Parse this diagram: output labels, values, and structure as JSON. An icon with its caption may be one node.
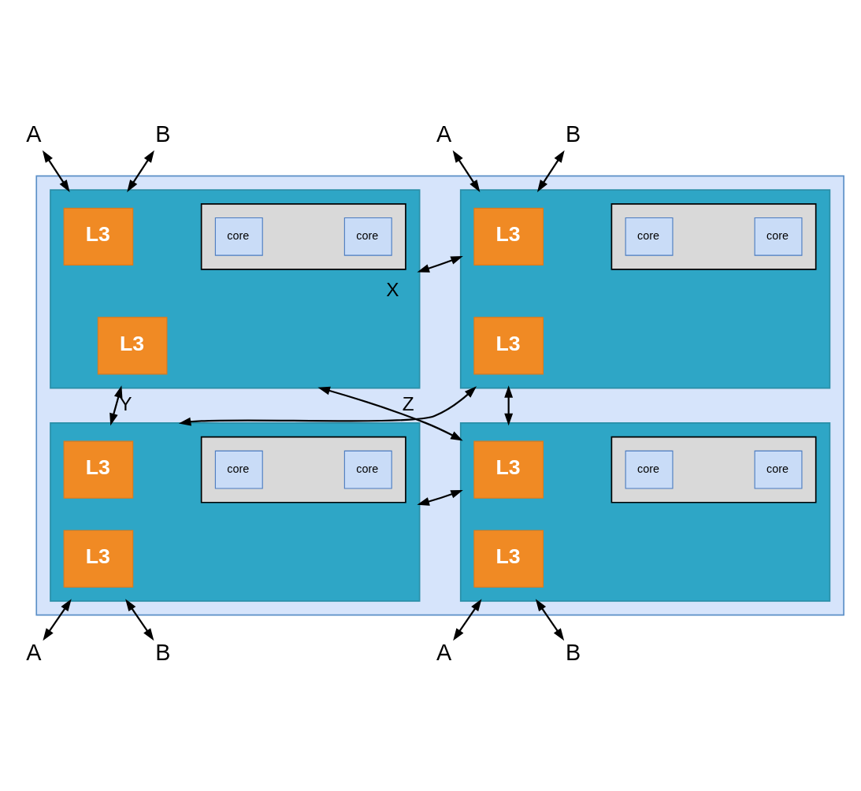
{
  "diagram": {
    "nodes": [
      {
        "text": [],
        "shape": "box"
      },
      {
        "text": [],
        "shape": "box",
        "in": 0
      },
      {
        "text": [
          "L3"
        ],
        "in": 1
      },
      {
        "text": [
          "L3"
        ],
        "in": 1
      },
      {
        "text": [],
        "shape": "box",
        "in": 1
      },
      {
        "text": [
          "core"
        ],
        "in": 4
      },
      {
        "text": [
          "core"
        ],
        "in": 4
      },
      {
        "text": [],
        "shape": "box",
        "in": 0
      },
      {
        "text": [],
        "shape": "box",
        "in": 7
      },
      {
        "text": [
          "core"
        ],
        "in": 8
      },
      {
        "text": [
          "core"
        ],
        "in": 8
      },
      {
        "text": [
          "L3"
        ],
        "in": 7
      },
      {
        "text": [
          "L3"
        ],
        "in": 7
      },
      {
        "text": [],
        "shape": "box",
        "in": 0
      },
      {
        "text": [
          "L3"
        ],
        "in": 13
      },
      {
        "text": [
          "L3"
        ],
        "in": 13
      },
      {
        "text": [],
        "shape": "box",
        "in": 13
      },
      {
        "text": [
          "core"
        ],
        "in": 16
      },
      {
        "text": [
          "core"
        ],
        "in": 16
      },
      {
        "text": [],
        "shape": "box",
        "in": 0
      },
      {
        "text": [],
        "shape": "box",
        "in": 19
      },
      {
        "text": [
          "core"
        ],
        "in": 20
      },
      {
        "text": [
          "core"
        ],
        "in": 20
      },
      {
        "text": [
          "L3"
        ],
        "in": 19
      },
      {
        "text": [
          "L3"
        ],
        "in": 19
      },
      {
        "text": [
          "A"
        ]
      },
      {
        "text": [
          "B"
        ]
      },
      {
        "text": [
          "A"
        ]
      },
      {
        "text": [
          "B"
        ]
      },
      {
        "text": [
          "A"
        ]
      },
      {
        "text": [
          "B"
        ]
      },
      {
        "text": [
          "A"
        ]
      },
      {
        "text": [
          "B"
        ]
      }
    ],
    "edges": [
      {
        "from": 25,
        "to": 1,
        "arrow": "both"
      },
      {
        "from": 26,
        "to": 1,
        "arrow": "both"
      },
      {
        "from": 27,
        "to": 7,
        "arrow": "both"
      },
      {
        "from": 28,
        "to": 7,
        "arrow": "both"
      },
      {
        "from": 1,
        "to": 7,
        "arrow": "both",
        "label": "X"
      },
      {
        "from": 1,
        "to": 13,
        "arrow": "both",
        "label": "Y"
      },
      {
        "from": 1,
        "to": 19,
        "arrow": "both",
        "label": "Z"
      },
      {
        "from": 7,
        "to": 13,
        "arrow": "both"
      },
      {
        "from": 7,
        "to": 19,
        "arrow": "both"
      },
      {
        "from": 13,
        "to": 19,
        "arrow": "both"
      },
      {
        "from": 13,
        "to": 29,
        "arrow": "both"
      },
      {
        "from": 13,
        "to": 30,
        "arrow": "both"
      },
      {
        "from": 19,
        "to": 31,
        "arrow": "both"
      },
      {
        "from": 19,
        "to": 32,
        "arrow": "both"
      }
    ]
  }
}
